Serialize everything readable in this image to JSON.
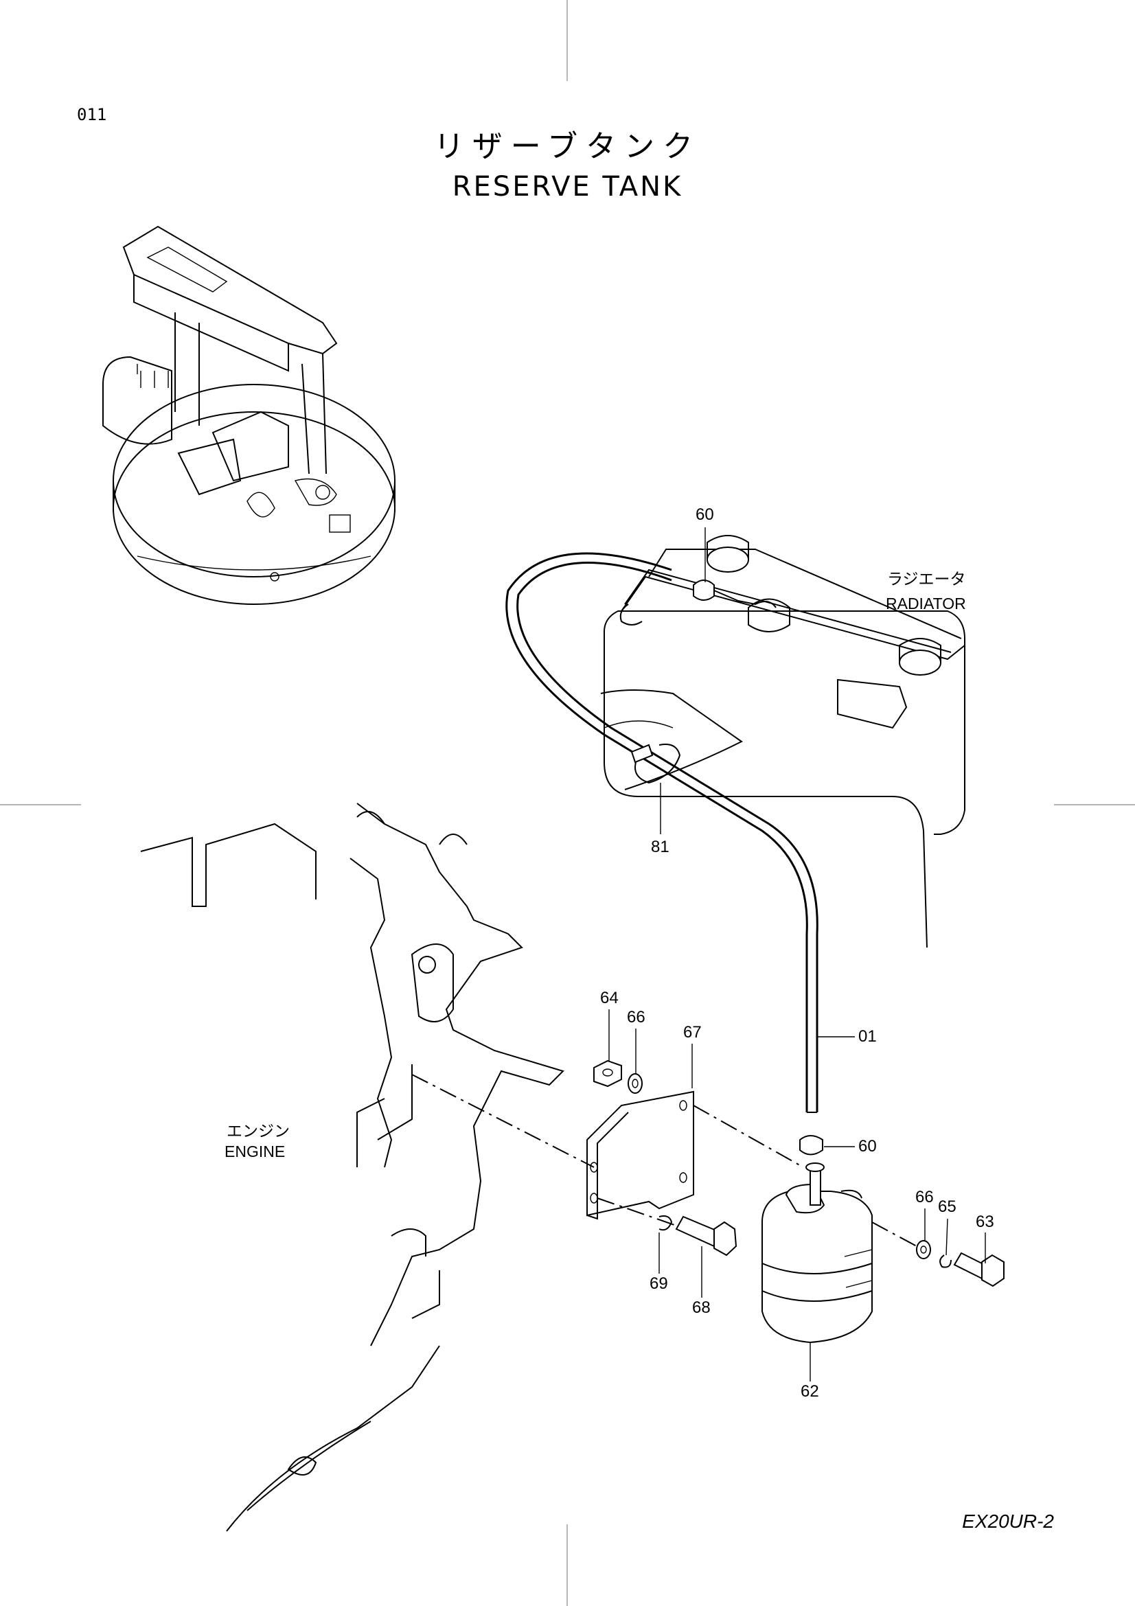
{
  "page": {
    "code": "011",
    "model": "EX20UR-2"
  },
  "title": {
    "jp": "リザーブタンク",
    "en": "RESERVE TANK"
  },
  "labels": {
    "radiator": {
      "jp": "ラジエータ",
      "en": "RADIATOR"
    },
    "engine": {
      "jp": "エンジン",
      "en": "ENGINE"
    }
  },
  "callouts": [
    {
      "id": "60",
      "part": "hose-clamp-top"
    },
    {
      "id": "81",
      "part": "hose-clip"
    },
    {
      "id": "01",
      "part": "hose"
    },
    {
      "id": "60",
      "part": "hose-clamp-tank"
    },
    {
      "id": "64",
      "part": "nut"
    },
    {
      "id": "66",
      "part": "washer"
    },
    {
      "id": "67",
      "part": "bracket"
    },
    {
      "id": "69",
      "part": "lock-washer"
    },
    {
      "id": "68",
      "part": "bolt"
    },
    {
      "id": "66",
      "part": "washer-2"
    },
    {
      "id": "65",
      "part": "spring-washer"
    },
    {
      "id": "63",
      "part": "bolt-2"
    },
    {
      "id": "62",
      "part": "reserve-tank"
    }
  ]
}
